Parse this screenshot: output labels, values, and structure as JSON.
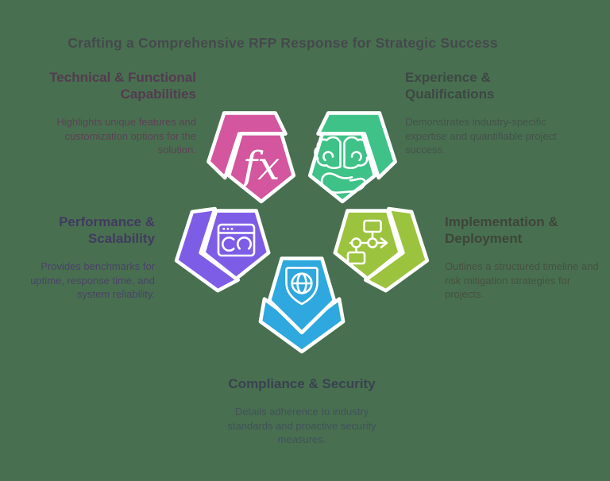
{
  "background_color": "#487050",
  "title": {
    "text": "Crafting a Comprehensive RFP Response for Strategic Success",
    "color": "#45484d"
  },
  "sections": [
    {
      "id": "technical",
      "heading": "Technical & Functional Capabilities",
      "body": "Highlights unique features and customization options for the solution.",
      "shape_color": "#d3569e",
      "heading_color": "#543a50",
      "body_color": "#5c4156",
      "icon": "function-fx-icon",
      "icon_label": "fx"
    },
    {
      "id": "experience",
      "heading": "Experience & Qualifications",
      "body": "Demonstrates industry-specific expertise and quantifiable project success.",
      "shape_color": "#3ec287",
      "heading_color": "#3d4745",
      "body_color": "#45514c",
      "icon": "brain-in-hand-icon"
    },
    {
      "id": "performance",
      "heading": "Performance & Scalability",
      "body": "Provides benchmarks for uptime, response time, and system reliability.",
      "shape_color": "#7e5de6",
      "heading_color": "#413a60",
      "body_color": "#4a4267",
      "icon": "browser-window-icon"
    },
    {
      "id": "implementation",
      "heading": "Implementation & Deployment",
      "body": "Outlines a structured timeline and risk mitigation strategies for projects.",
      "shape_color": "#9cc33e",
      "heading_color": "#3e4539",
      "body_color": "#475041",
      "icon": "flowchart-icon"
    },
    {
      "id": "compliance",
      "heading": "Compliance & Security",
      "body": "Details adherence to industry standards and proactive security measures.",
      "shape_color": "#2ea8de",
      "heading_color": "#3a4150",
      "body_color": "#42505c",
      "icon": "shield-globe-icon"
    }
  ]
}
